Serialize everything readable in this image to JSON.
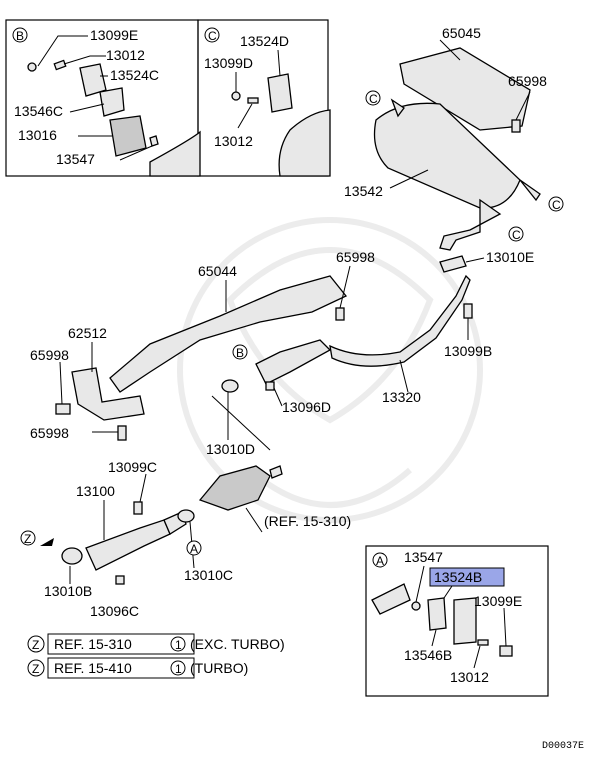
{
  "inset_b": {
    "marker": "B",
    "labels": [
      "13099E",
      "13012",
      "13524C",
      "13546C",
      "13016",
      "13547"
    ]
  },
  "inset_c": {
    "marker": "C",
    "labels": [
      "13524D",
      "13099D",
      "13012"
    ]
  },
  "inset_a": {
    "marker": "A",
    "labels": [
      "13547",
      "13524B",
      "13099E",
      "13546B",
      "13012"
    ],
    "highlight": "13524B",
    "highlight_color": "#9aa6e8"
  },
  "main_labels": {
    "p65045": "65045",
    "p65998a": "65998",
    "p13542": "13542",
    "p13010e": "13010E",
    "p65044": "65044",
    "p65998b": "65998",
    "p62512": "62512",
    "p65998c": "65998",
    "p65998d": "65998",
    "p13099b": "13099B",
    "p13096d": "13096D",
    "p13320": "13320",
    "p13010d": "13010D",
    "p13099c": "13099C",
    "p13100": "13100",
    "ref_mid": "(REF. 15-310)",
    "p13010b": "13010B",
    "p13096c": "13096C",
    "p13010c": "13010C"
  },
  "markers": {
    "c1": "C",
    "c2": "C",
    "c3": "C",
    "b": "B",
    "a": "A",
    "z": "Z"
  },
  "notes": [
    {
      "marker": "Z",
      "ref": "REF. 15-310",
      "num": "1",
      "text": "(EXC. TURBO)"
    },
    {
      "marker": "Z",
      "ref": "REF. 15-410",
      "num": "1",
      "text": "(TURBO)"
    }
  ],
  "diagram_code": "D00037E"
}
